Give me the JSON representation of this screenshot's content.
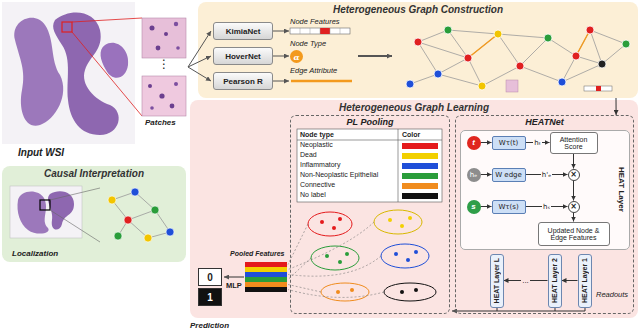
{
  "diagram": {
    "nodes": [
      {
        "text": [
          "Heterogeneous Graph Construction"
        ]
      },
      {
        "text": [
          "KimiaNet"
        ],
        "in": 0
      },
      {
        "text": [
          "HoverNet"
        ],
        "in": 0
      },
      {
        "text": [
          "α"
        ],
        "in": 0
      },
      {
        "text": [
          "Pearson R"
        ],
        "in": 0
      },
      {
        "text": [
          "Heterogeneous Graph Learning"
        ]
      },
      {
        "text": [
          "PL Pooling"
        ],
        "in": 5
      },
      {
        "text": [
          "HEATNet"
        ],
        "in": 5
      },
      {
        "text": [
          "HEAT Layer"
        ],
        "in": 7
      },
      {
        "text": [
          "t"
        ],
        "in": 8
      },
      {
        "text": [
          "hₑ"
        ],
        "in": 8
      },
      {
        "text": [
          "s"
        ],
        "in": 8
      },
      {
        "text": [
          "Wτ(t)"
        ],
        "in": 8
      },
      {
        "text": [
          "W edge"
        ],
        "in": 8
      },
      {
        "text": [
          "Wτ(s)"
        ],
        "in": 8
      },
      {
        "text": [
          "Attention Score"
        ],
        "in": 8
      },
      {
        "text": [
          "×"
        ],
        "in": 8
      },
      {
        "text": [
          "×"
        ],
        "in": 8
      },
      {
        "text": [
          "Updated Node & Edge Features"
        ],
        "in": 8
      },
      {
        "text": [
          "HEAT Layer 1"
        ],
        "in": 7
      },
      {
        "text": [
          "HEAT Layer 2"
        ],
        "in": 7
      },
      {
        "text": [
          "HEAT Layer L"
        ],
        "in": 7
      },
      {
        "text": [
          "0"
        ],
        "in": 5
      },
      {
        "text": [
          "1"
        ],
        "in": 5
      },
      {
        "text": [
          "Causal Interpretation"
        ]
      }
    ],
    "edges": [
      {
        "from": 0,
        "to": 7,
        "arrow": "to"
      },
      {
        "from": 9,
        "to": 12,
        "arrow": "to"
      },
      {
        "from": 10,
        "to": 13,
        "arrow": "to"
      },
      {
        "from": 11,
        "to": 14,
        "arrow": "to"
      },
      {
        "from": 12,
        "to": 15,
        "label": "hₜ",
        "arrow": "to"
      },
      {
        "from": 13,
        "to": 16,
        "label": "h'ₑ",
        "arrow": "to"
      },
      {
        "from": 15,
        "to": 16,
        "arrow": "to"
      },
      {
        "from": 14,
        "to": 17,
        "label": "hₛ",
        "arrow": "to"
      },
      {
        "from": 16,
        "to": 17,
        "arrow": "to"
      },
      {
        "from": 17,
        "to": 18,
        "arrow": "to"
      },
      {
        "from": 19,
        "to": 20,
        "arrow": "to"
      },
      {
        "from": 20,
        "to": 21,
        "label": "...",
        "arrow": "to"
      }
    ],
    "labels": [
      "Input WSI",
      "Patches",
      "⋮",
      "Node Features",
      "Node Type",
      "Edge Attribute",
      "Node type",
      "Color",
      "Pooled Features",
      "MLP",
      "Prediction",
      "Readouts",
      "Localization"
    ],
    "legend": [
      {
        "text": "Neoplastic",
        "color": "#e41a1c"
      },
      {
        "text": "Dead",
        "color": "#f2d000"
      },
      {
        "text": "Inflammatory",
        "color": "#1f4fd8"
      },
      {
        "text": "Non-Neoplastic Epithelial",
        "color": "#2a9d3a"
      },
      {
        "text": "Connective",
        "color": "#f08c1e"
      },
      {
        "text": "No label",
        "color": "#111111"
      }
    ]
  }
}
